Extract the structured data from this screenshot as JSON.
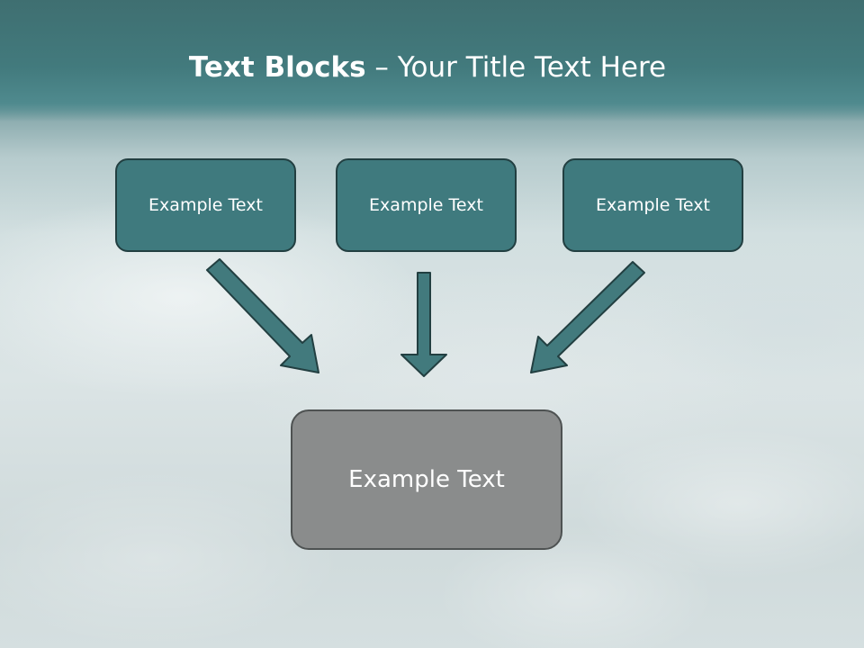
{
  "slide": {
    "title_bold": "Text Blocks",
    "title_dash": "–",
    "title_rest": "Your Title Text Here"
  },
  "blocks": [
    {
      "label": "Example Text"
    },
    {
      "label": "Example Text"
    },
    {
      "label": "Example Text"
    }
  ],
  "target": {
    "label": "Example Text"
  },
  "colors": {
    "header": "#427a7d",
    "box_fill": "#3f7a7e",
    "box_border": "#223f41",
    "target_fill": "#8a8c8c",
    "arrow_fill": "#427a7d"
  }
}
